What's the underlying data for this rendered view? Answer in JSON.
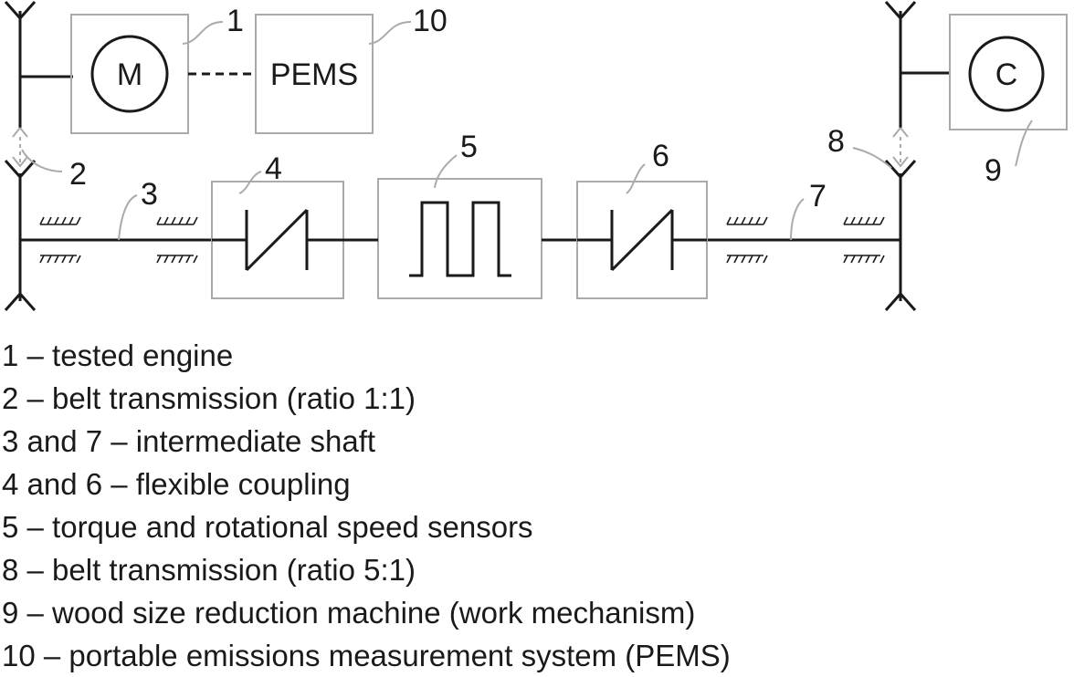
{
  "diagram": {
    "boxes": {
      "engine": "M",
      "pems": "PEMS",
      "machine": "C"
    },
    "labels": [
      "1",
      "2",
      "3",
      "4",
      "5",
      "6",
      "7",
      "8",
      "9",
      "10"
    ]
  },
  "legend": [
    "1 – tested engine",
    "2 – belt transmission (ratio 1:1)",
    "3 and 7 – intermediate shaft",
    "4 and 6 – flexible coupling",
    "5 – torque and rotational speed sensors",
    "8 – belt transmission (ratio 5:1)",
    "9 – wood size reduction machine (work mechanism)",
    "10 – portable emissions measurement system (PEMS)"
  ]
}
